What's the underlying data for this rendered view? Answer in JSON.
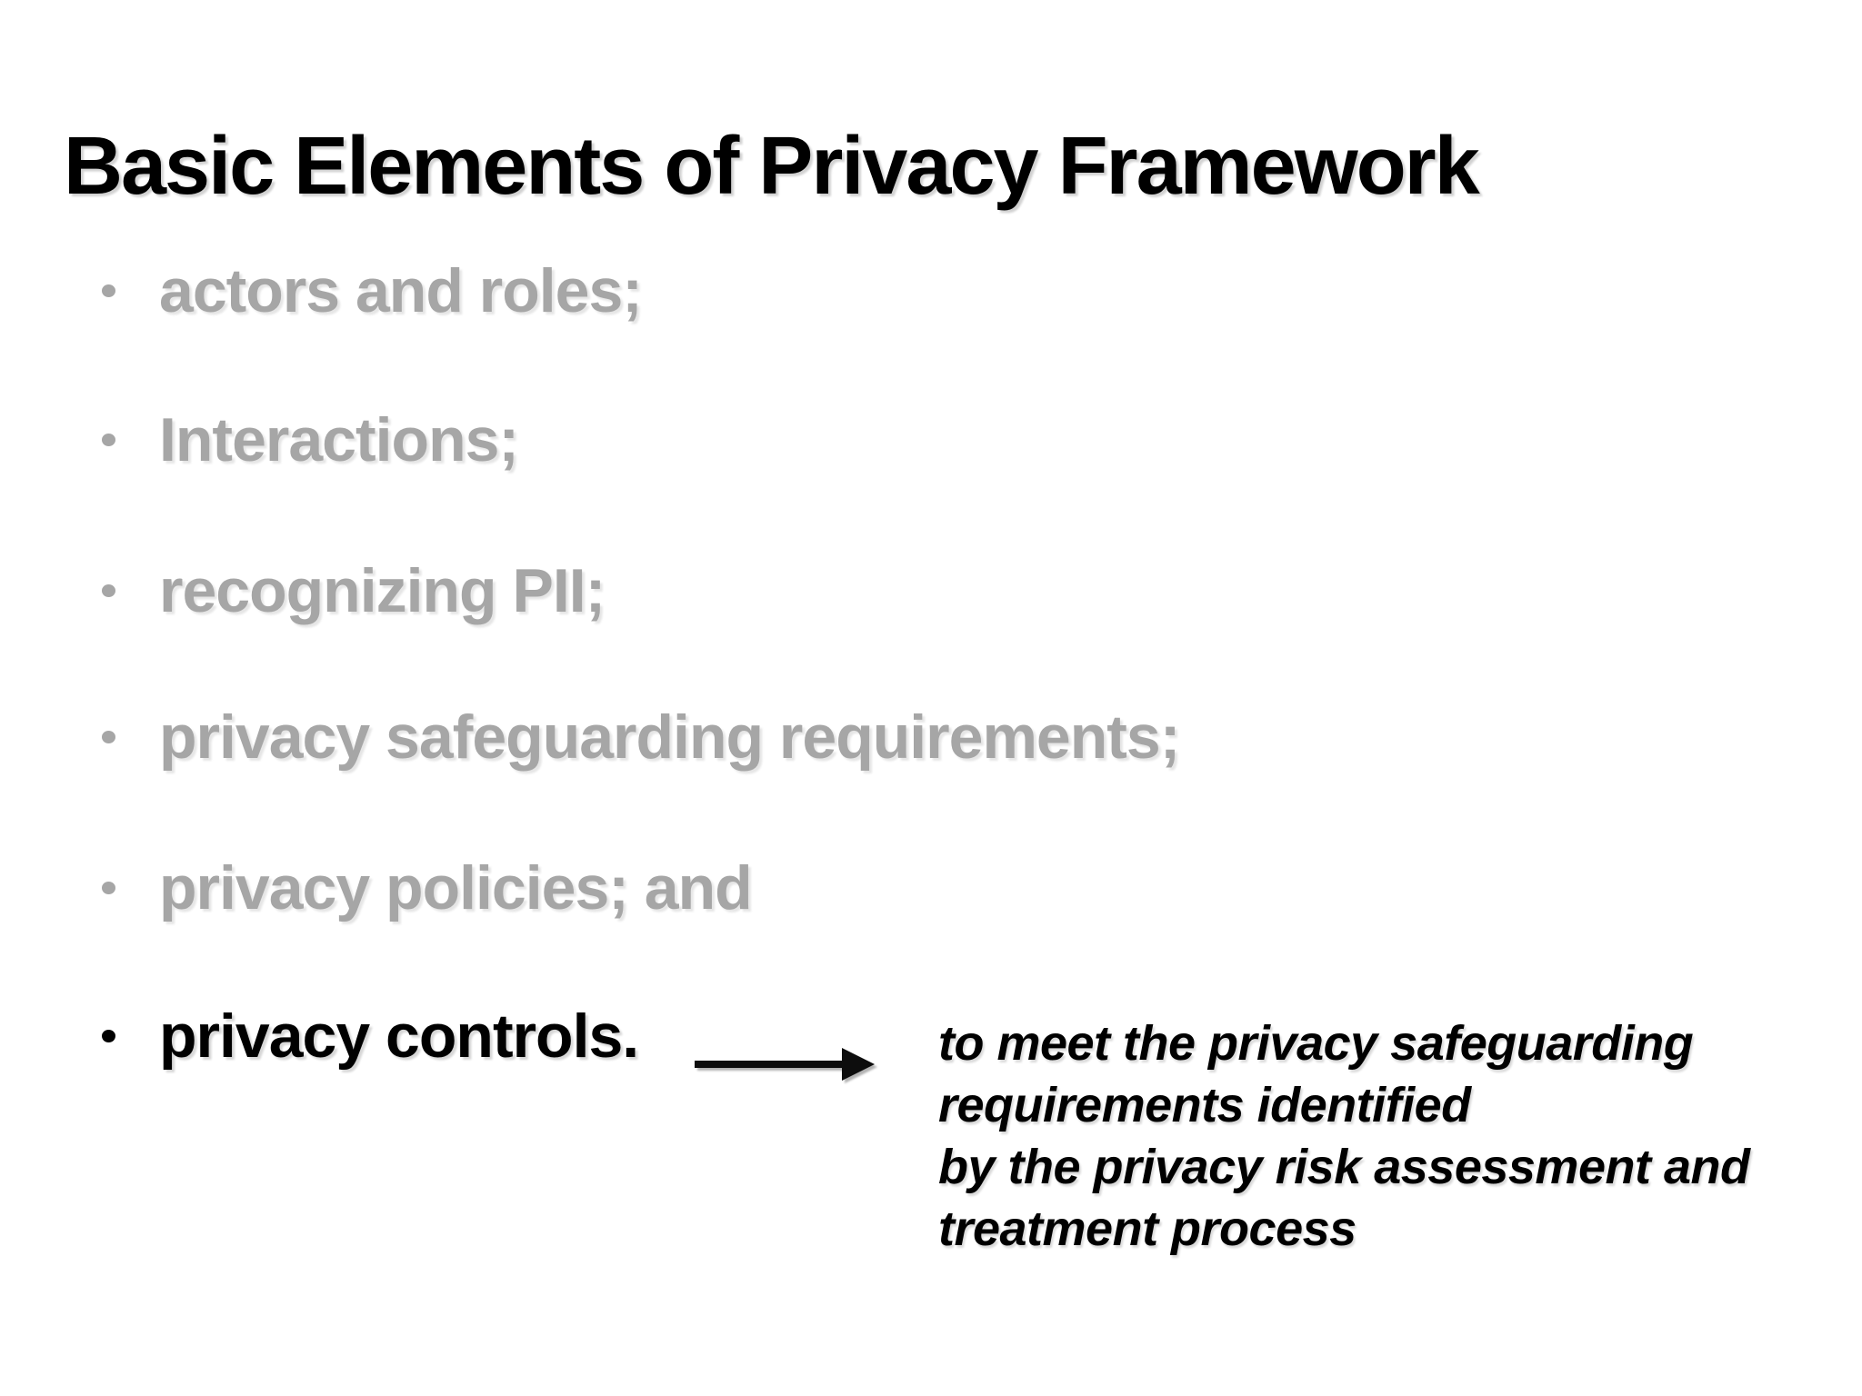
{
  "slide": {
    "title": "Basic Elements of Privacy Framework",
    "bullets": [
      {
        "label": "actors and roles;"
      },
      {
        "label": "Interactions;"
      },
      {
        "label": "recognizing PII;"
      },
      {
        "label": "privacy safeguarding requirements;"
      },
      {
        "label": "privacy policies; and"
      },
      {
        "label": "privacy controls."
      }
    ],
    "arrow_icon": "right-arrow-icon",
    "annotation": "to meet the privacy safeguarding\nrequirements identified\nby the privacy risk assessment and\ntreatment process",
    "colors": {
      "background": "#ffffff",
      "title_text": "#000000",
      "muted_bullet": "#a6a6a6",
      "active_bullet": "#000000",
      "annotation_text": "#000000",
      "arrow": "#0d0d0d"
    }
  }
}
